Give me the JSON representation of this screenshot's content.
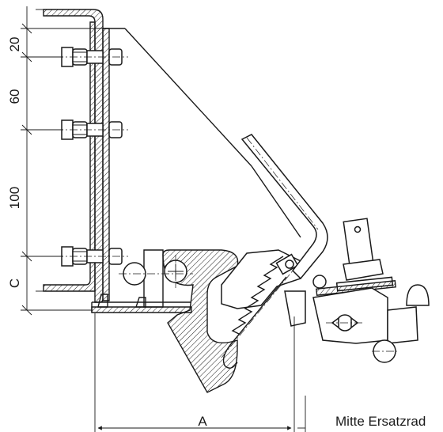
{
  "dimensions": {
    "d1": "20",
    "d2": "60",
    "d3": "100",
    "d4": "C"
  },
  "labels": {
    "a": "A",
    "mitte": "Mitte Ersatzrad"
  }
}
